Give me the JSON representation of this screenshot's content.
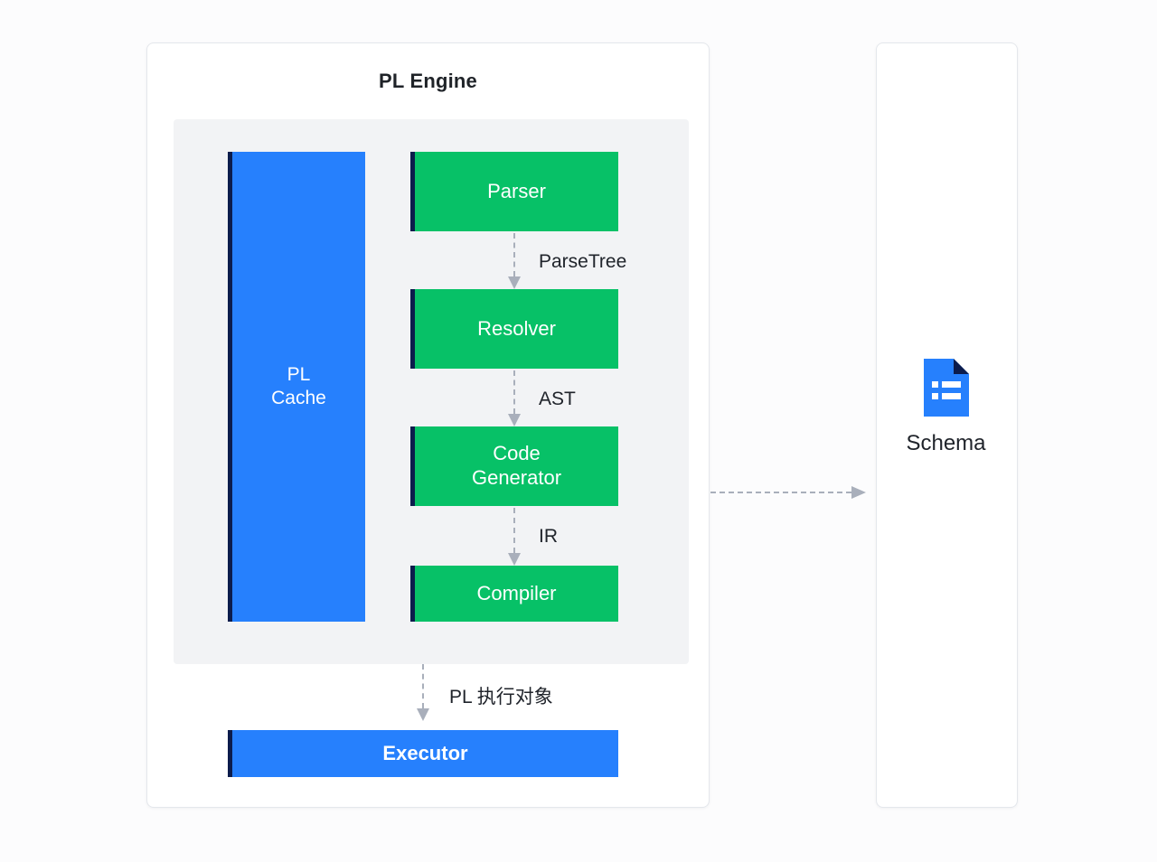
{
  "page": {
    "background": "#fcfcfd"
  },
  "engine": {
    "title": "PL Engine",
    "nodes": {
      "pl_cache": {
        "label": "PL\nCache",
        "color": "#2680fd",
        "accent": "#0c1c4c"
      },
      "parser": {
        "label": "Parser",
        "color": "#07c167",
        "accent": "#0c1c4c"
      },
      "resolver": {
        "label": "Resolver",
        "color": "#07c167",
        "accent": "#0c1c4c"
      },
      "code_generator": {
        "label": "Code\nGenerator",
        "color": "#07c167",
        "accent": "#0c1c4c"
      },
      "compiler": {
        "label": "Compiler",
        "color": "#07c167",
        "accent": "#0c1c4c"
      },
      "executor": {
        "label": "Executor",
        "color": "#2680fd",
        "accent": "#0c1c4c"
      }
    },
    "edges": {
      "parser_to_resolver": "ParseTree",
      "resolver_to_code_generator": "AST",
      "code_generator_to_compiler": "IR",
      "compiler_to_executor": "PL 执行对象",
      "engine_to_schema": ""
    },
    "connector_color": "#a9afbb"
  },
  "schema": {
    "caption": "Schema",
    "icon": "document-icon",
    "icon_color": "#2680fd",
    "icon_fold_color": "#0c1c4c"
  }
}
